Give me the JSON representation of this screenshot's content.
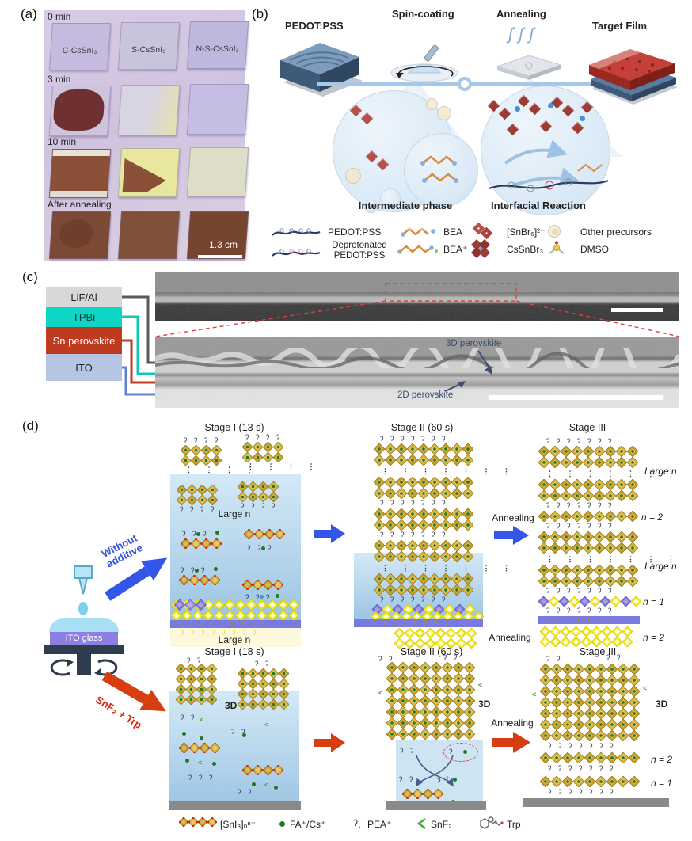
{
  "panel_a": {
    "tag": "(a)",
    "row_labels": [
      "0 min",
      "3 min",
      "10 min",
      "After annealing"
    ],
    "sample_labels": [
      "C-CsSnI₃",
      "S-CsSnI₃",
      "N-S-CsSnI₃"
    ],
    "scale_label": "1.3 cm"
  },
  "panel_b": {
    "tag": "(b)",
    "steps": [
      "PEDOT:PSS",
      "Spin-coating",
      "Annealing",
      "Target Film"
    ],
    "zoom_labels": {
      "left": "Intermediate phase",
      "right": "Interfacial Reaction"
    },
    "legend": [
      {
        "icon": "pedot-pss-wave-icon",
        "label": "PEDOT:PSS"
      },
      {
        "icon": "bea-molecule-icon",
        "label": "BEA"
      },
      {
        "icon": "snbr6-octahedron-icon",
        "label": "[SnBr₆]²⁻"
      },
      {
        "icon": "other-precursor-sphere-icon",
        "label": "Other precursors"
      },
      {
        "icon": "deprotonated-pedot-pss-wave-icon",
        "label": "Deprotonated PEDOT:PSS"
      },
      {
        "icon": "bea-cation-icon",
        "label": "BEA⁺"
      },
      {
        "icon": "cssnbr3-crystal-icon",
        "label": "CsSnBr₃"
      },
      {
        "icon": "dmso-molecule-icon",
        "label": "DMSO"
      }
    ]
  },
  "panel_c": {
    "tag": "(c)",
    "stack": [
      {
        "label": "LiF/Al",
        "color": "#d8d8d8"
      },
      {
        "label": "TPBi",
        "color": "#0fd6c4"
      },
      {
        "label": "Sn perovskite",
        "color": "#bf3b1f"
      },
      {
        "label": "ITO",
        "color": "#b7c5e4"
      }
    ],
    "sem_labels": {
      "top": "3D perovskite",
      "bottom": "2D perovskite"
    }
  },
  "panel_d": {
    "tag": "(d)",
    "substrate_label": "ITO glass",
    "route_top": "Without additive",
    "route_bottom": "SnF₂ + Trp",
    "annealing_label": "Annealing",
    "top_row": {
      "stage1": "Stage I (13 s)",
      "stage2": "Stage II (60 s)",
      "stage3": "Stage III",
      "large_n_solution": "Large n",
      "large_n_bottom": "Large n",
      "annealing_bottom": "Annealing",
      "stage3_labels": {
        "large_n_1": "Large n",
        "n_2": "n = 2",
        "large_n_2": "Large n",
        "n_1": "n = 1",
        "n_2_yellow": "n = 2"
      }
    },
    "bottom_row": {
      "stage1": "Stage I (18 s)",
      "stage2": "Stage II (60 s)",
      "stage3": "Stage III",
      "three_d_1": "3D",
      "three_d_2": "3D",
      "three_d_3": "3D",
      "stage3_labels": {
        "n_2": "n = 2",
        "n_1": "n = 1"
      }
    },
    "legend": [
      {
        "icon": "sni3-slab-icon",
        "label": "[SnI₃]ₙⁿ⁻"
      },
      {
        "icon": "fa-cs-cation-icon",
        "label": "FA⁺/Cs⁺"
      },
      {
        "icon": "pea-cation-icon",
        "label": "PEA⁺"
      },
      {
        "icon": "snf2-icon",
        "label": "SnF₂"
      },
      {
        "icon": "trp-molecule-icon",
        "label": "Trp"
      }
    ]
  }
}
